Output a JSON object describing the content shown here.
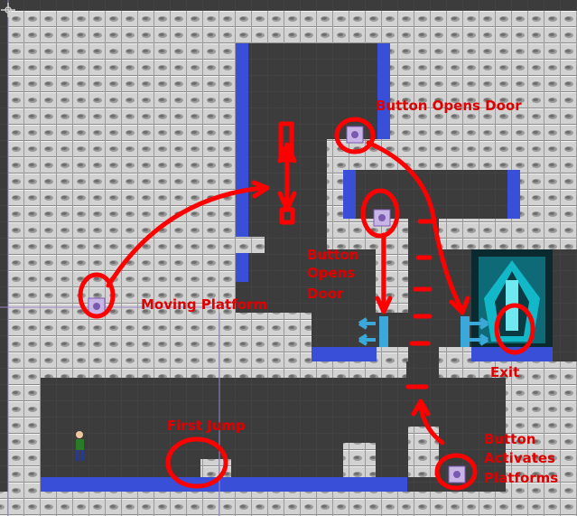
{
  "scene": {
    "colors": {
      "background": "#3c3c3c",
      "brick": "#d2d2d2",
      "brick_shadow": "#9a9a9a",
      "water": "#3a4fd8",
      "annotation": "#ff0000",
      "platform_arrow": "#3aa8d8",
      "exit_glow": "#00c8d8"
    }
  },
  "annotations": {
    "button_opens_door_top": "Button Opens Door",
    "button_opens_door_mid_1": "Button",
    "button_opens_door_mid_2": "Opens",
    "button_opens_door_mid_3": "Door",
    "moving_platform": "Moving Platform",
    "exit": "Exit",
    "first_jump": "First Jump",
    "button_activates_1": "Button",
    "button_activates_2": "Activates",
    "button_activates_3": "Platforms"
  },
  "objects": {
    "player": "player-character",
    "exit_door": "exit-portal",
    "buttons": [
      "button-top",
      "button-middle",
      "button-bottom",
      "moving-platform-button"
    ]
  }
}
